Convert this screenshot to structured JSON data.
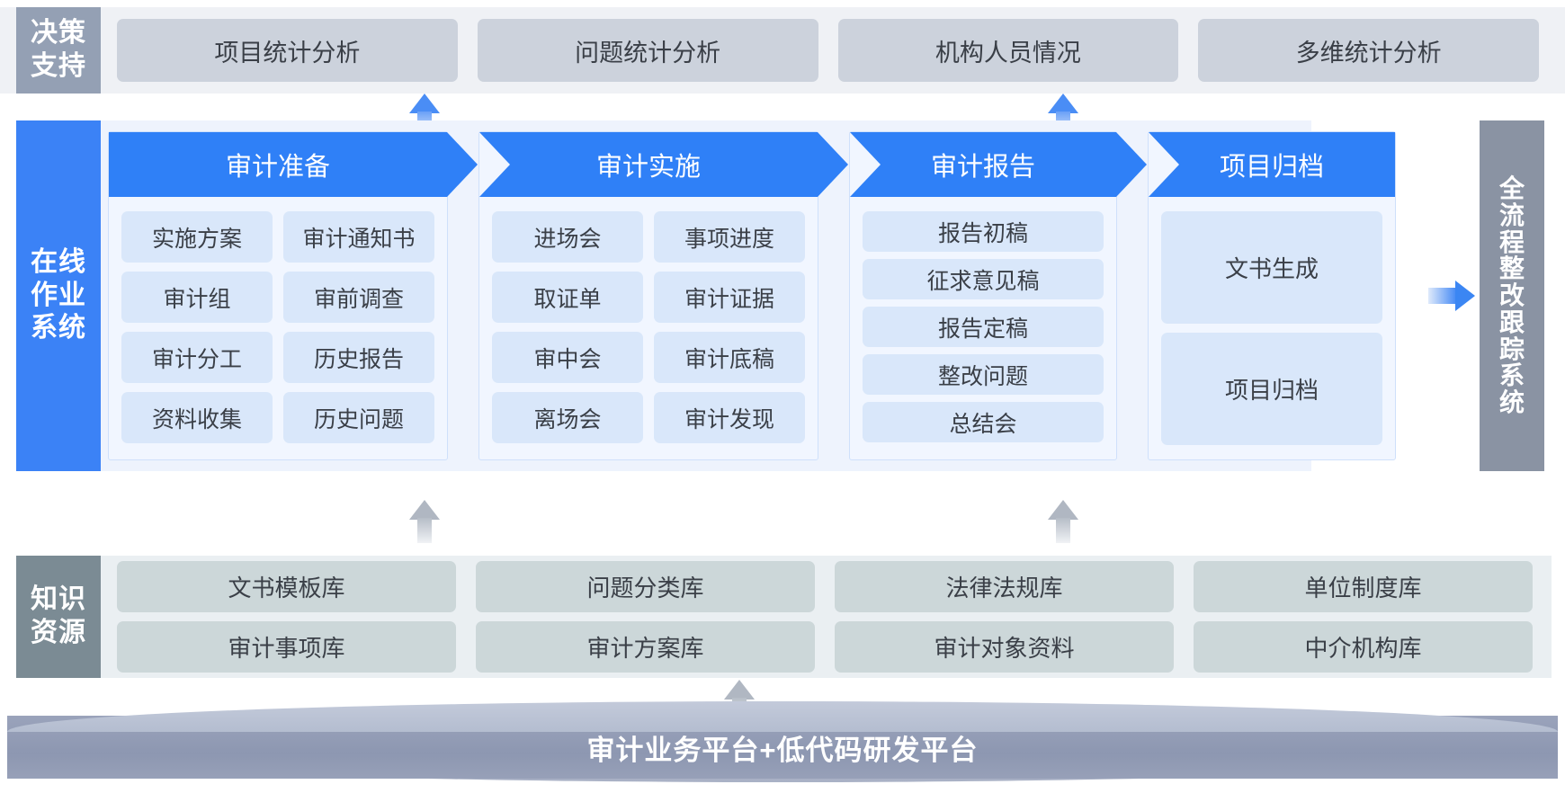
{
  "rows": {
    "decision": {
      "rail_label": [
        "决策",
        "支持"
      ],
      "cards": [
        "项目统计分析",
        "问题统计分析",
        "机构人员情况",
        "多维统计分析"
      ]
    },
    "online": {
      "rail_label": [
        "在线",
        "作业",
        "系统"
      ],
      "stages": [
        {
          "title": "审计准备",
          "layout": "two-col",
          "tiles": [
            "实施方案",
            "审计通知书",
            "审计组",
            "审前调查",
            "审计分工",
            "历史报告",
            "资料收集",
            "历史问题"
          ]
        },
        {
          "title": "审计实施",
          "layout": "two-col",
          "tiles": [
            "进场会",
            "事项进度",
            "取证单",
            "审计证据",
            "审中会",
            "审计底稿",
            "离场会",
            "审计发现"
          ]
        },
        {
          "title": "审计报告",
          "layout": "one-col",
          "tiles": [
            "报告初稿",
            "征求意见稿",
            "报告定稿",
            "整改问题",
            "总结会"
          ]
        },
        {
          "title": "项目归档",
          "layout": "one-col-tall",
          "tiles": [
            "文书生成",
            "项目归档"
          ]
        }
      ]
    },
    "tracking": {
      "rail_label": [
        "全",
        "流",
        "程",
        "整",
        "改",
        "跟",
        "踪",
        "系",
        "统"
      ]
    },
    "knowledge": {
      "rail_label": [
        "知识",
        "资源"
      ],
      "cards": [
        "文书模板库",
        "问题分类库",
        "法律法规库",
        "单位制度库",
        "审计事项库",
        "审计方案库",
        "审计对象资料",
        "中介机构库"
      ]
    },
    "platform": {
      "label": "审计业务平台+低代码研发平台"
    }
  },
  "colors": {
    "decision_rail": "#94a0b4",
    "decision_card": "#ccd2dc",
    "online_rail": "#3b82f6",
    "stage_header": "#2f80f7",
    "stage_tile": "#d9e7fa",
    "knowledge_rail": "#7b8b94",
    "knowledge_card": "#ccd7d9",
    "tracking_rail": "#8a93a3",
    "platform": "#8d97b1"
  },
  "icons": {
    "flow_up": "up-arrow-icon",
    "flow_right": "right-arrow-icon"
  }
}
